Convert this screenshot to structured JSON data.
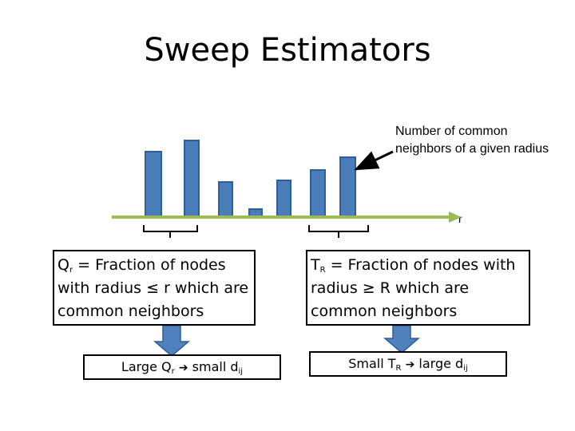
{
  "title": "Sweep Estimators",
  "annotation": "Number of common neighbors of a given radius",
  "axis_label": "r",
  "colors": {
    "bar": "#4a7ebb",
    "bar_border": "#2f5f98",
    "axis": "#9bbb59",
    "arrow": "#4f81bd"
  },
  "bars": [
    {
      "value": 82
    },
    {
      "value": 96
    },
    {
      "value": 44
    },
    {
      "value": 10
    },
    {
      "value": 46
    },
    {
      "value": 59
    },
    {
      "value": 75
    }
  ],
  "left_box": {
    "sym": "Q",
    "sub": "r",
    "text1": " = Fraction of nodes",
    "text2": "with radius ≤ r which are",
    "text3": "common neighbors"
  },
  "right_box": {
    "sym": "T",
    "sub": "R",
    "text1": " = Fraction of nodes with",
    "text2": "radius ≥ R which are",
    "text3": "common neighbors"
  },
  "left_result": {
    "a": "Large Q",
    "a_sub": "r",
    "arrow": "➔",
    "b": " small d",
    "b_sub": "ij"
  },
  "right_result": {
    "a": "Small T",
    "a_sub": "R",
    "arrow": "➔",
    "b": " large d",
    "b_sub": "ij"
  }
}
